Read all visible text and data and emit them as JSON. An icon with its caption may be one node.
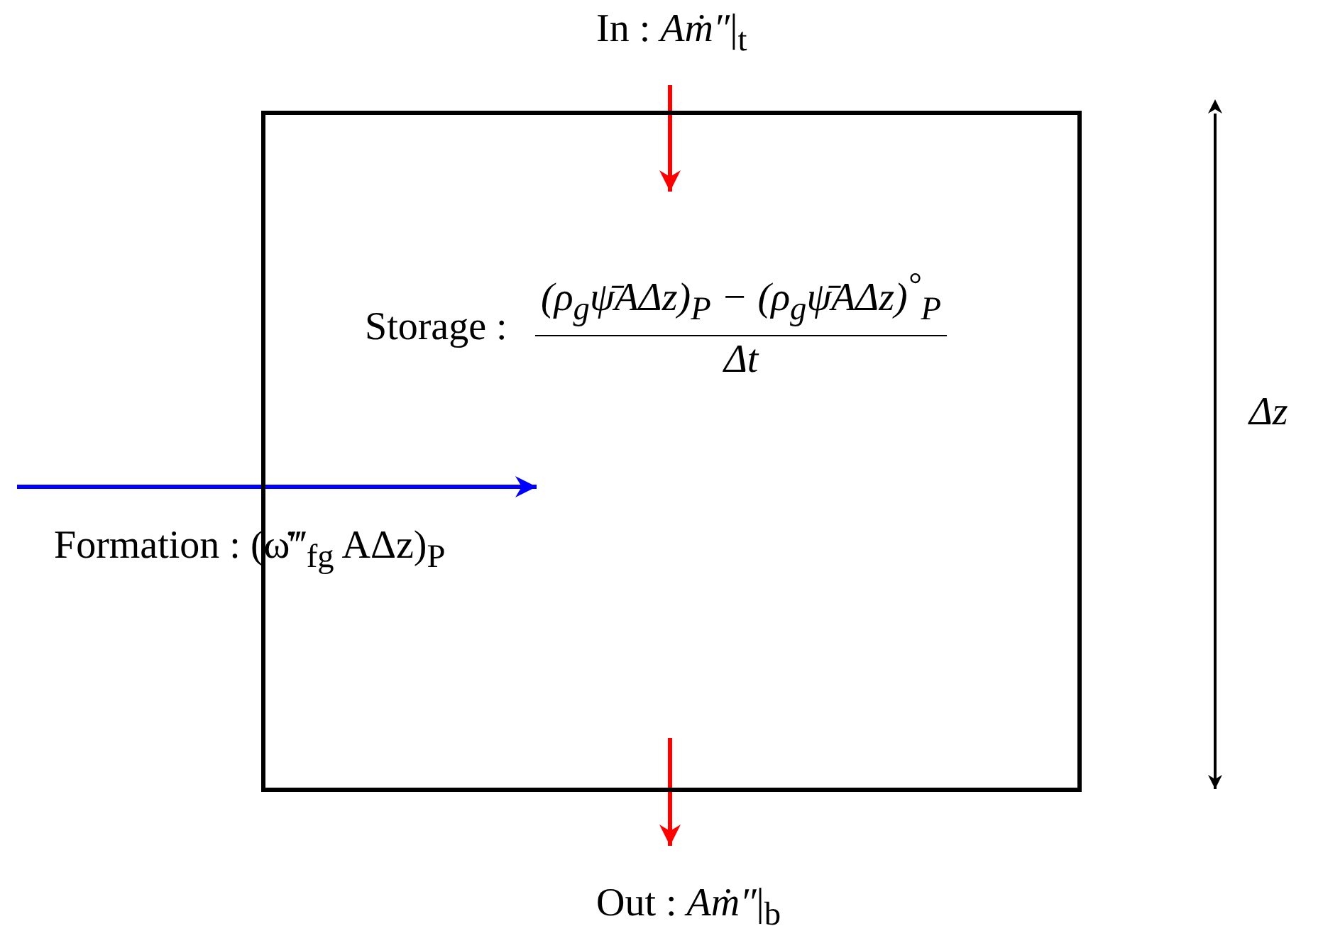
{
  "diagram": {
    "nodes": [
      {
        "text": [
          "Storage :",
          "(ρ$_{g}$ψ̄AΔz)$_{P}$ − (ρ$_{g}$ψ̄AΔz)$^{°}$$_{P}$",
          "Δt"
        ]
      },
      {
        "text": [
          "In :  *Aṁ″*|$_{t}$"
        ]
      },
      {
        "text": [
          "Out :  *Aṁ″*|$_{b}$"
        ]
      }
    ],
    "edges": [
      {
        "from": 1,
        "to": 0,
        "arrow": "to",
        "color": "#ff0000"
      },
      {
        "from": 0,
        "to": 2,
        "arrow": "to",
        "color": "#ff0000"
      },
      {
        "from": null,
        "to": 0,
        "arrow": "to",
        "color": "#0000ff"
      }
    ],
    "labels": [
      "Formation : (ω̇‴$_{fg}$ AΔz)$_{P}$",
      "Δz"
    ]
  }
}
